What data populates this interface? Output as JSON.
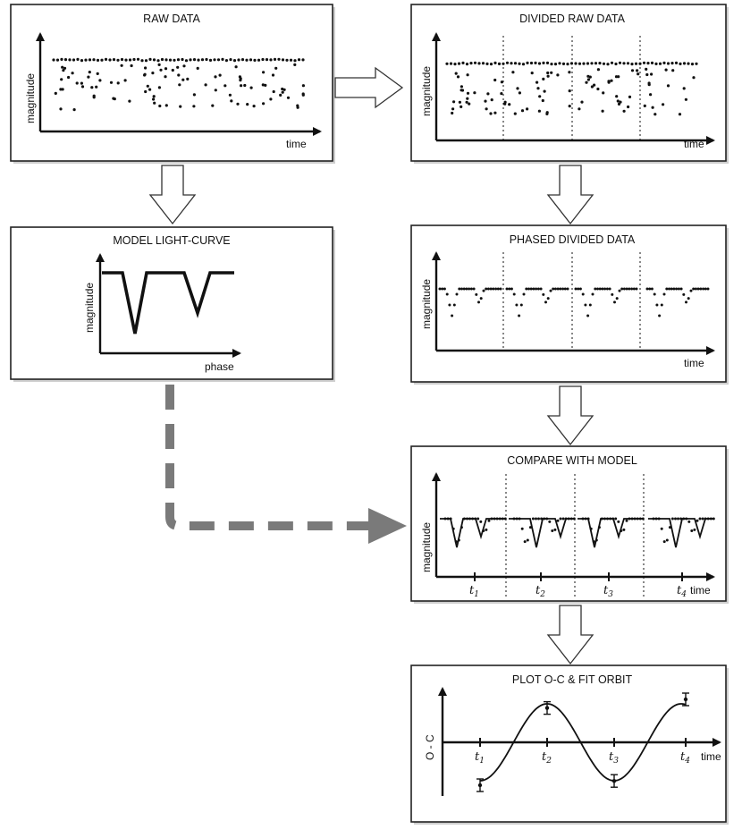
{
  "panels": {
    "raw": {
      "title": "RAW DATA",
      "ylabel": "magnitude",
      "xlabel": "time"
    },
    "divided": {
      "title": "DIVIDED RAW DATA",
      "ylabel": "magnitude",
      "xlabel": "time"
    },
    "model": {
      "title": "MODEL LIGHT-CURVE",
      "ylabel": "magnitude",
      "xlabel": "phase"
    },
    "phased": {
      "title": "PHASED DIVIDED DATA",
      "ylabel": "magnitude",
      "xlabel": "time"
    },
    "compare": {
      "title": "COMPARE WITH MODEL",
      "ylabel": "magnitude",
      "xlabel": "time",
      "ticks": [
        {
          "base": "t",
          "sub": "1"
        },
        {
          "base": "t",
          "sub": "2"
        },
        {
          "base": "t",
          "sub": "3"
        },
        {
          "base": "t",
          "sub": "4"
        }
      ]
    },
    "oc": {
      "title": "PLOT O-C & FIT ORBIT",
      "ylabel": "O - C",
      "xlabel": "time",
      "ticks": [
        {
          "base": "t",
          "sub": "1"
        },
        {
          "base": "t",
          "sub": "2"
        },
        {
          "base": "t",
          "sub": "3"
        },
        {
          "base": "t",
          "sub": "4"
        }
      ]
    }
  },
  "colors": {
    "dashed_arrow": "#7a7a7a",
    "shadow": "#cfcfcf",
    "ink": "#111111"
  },
  "chart_data": [
    {
      "type": "scatter",
      "title": "PLOT O-C & FIT ORBIT",
      "ylabel": "O - C",
      "xlabel": "time",
      "x": [
        "t1",
        "t2",
        "t3",
        "t4"
      ],
      "values": [
        -1,
        0.8,
        -0.9,
        1.0
      ],
      "error_bars": true,
      "fit": "sinusoid"
    }
  ]
}
